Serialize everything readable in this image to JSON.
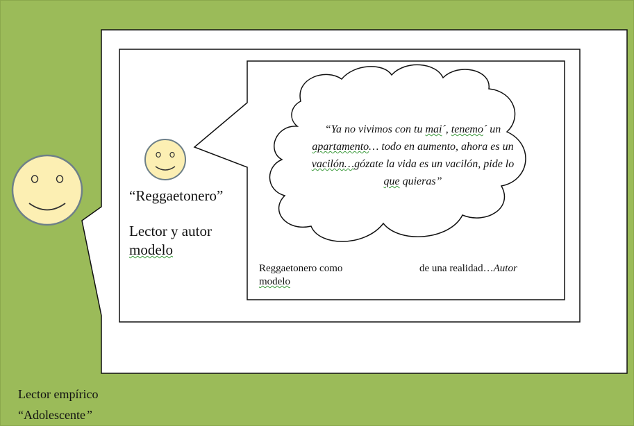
{
  "diagram": {
    "background_color": "#9bbb59",
    "inner_speaker": {
      "name": "“Reggaetonero”",
      "role_line1": "Lector y autor",
      "role_line2": "modelo"
    },
    "thought_quote": {
      "line1": "“Ya no vivimos con tu ",
      "w_mai": "mai",
      "line1b": "´, ",
      "w_tenemo": "tenemo",
      "line1c": "´ un",
      "w_apartamento": "apartamento",
      "line2b": "… todo en aumento, ahora es un",
      "w_vacilon": "vacilón",
      "line3b": "…",
      "line3c": "gózate la vida es un vacilón, pide lo",
      "w_que": "que",
      "line4b": " quieras”"
    },
    "caption": {
      "left_text": "Reggaetonero como",
      "left_modelo": "modelo",
      "right_text": "de una realidad…",
      "right_italic": "Autor"
    },
    "outer_reader": {
      "line1": "Lector empírico",
      "line2_open": "“Adolescente",
      "line2_close": "”"
    },
    "icons": [
      "smiley-face-small-icon",
      "smiley-face-large-icon",
      "thought-cloud-icon"
    ]
  }
}
